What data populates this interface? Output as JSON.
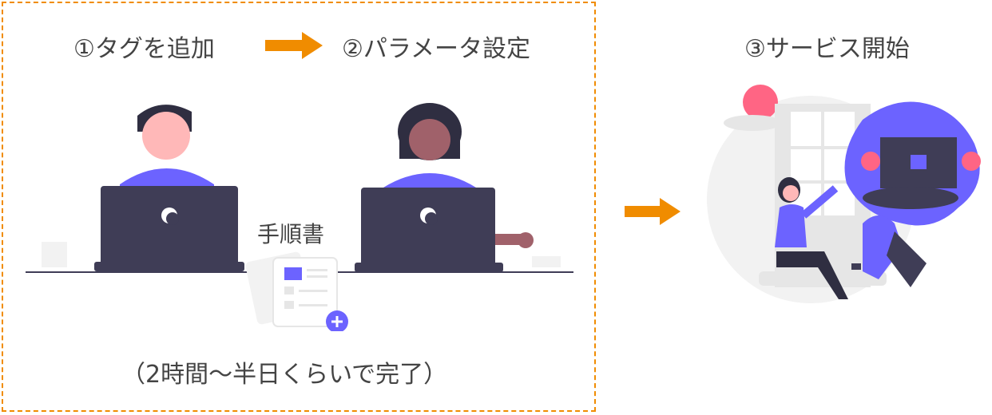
{
  "steps": [
    {
      "label": "①タグを追加"
    },
    {
      "label": "②パラメータ設定"
    },
    {
      "label": "③サービス開始"
    }
  ],
  "manual_label": "手順書",
  "duration_note": "（2時間〜半日くらいで完了）",
  "colors": {
    "accent": "#f08c00",
    "purple": "#6c63ff",
    "dark": "#3f3d56"
  }
}
